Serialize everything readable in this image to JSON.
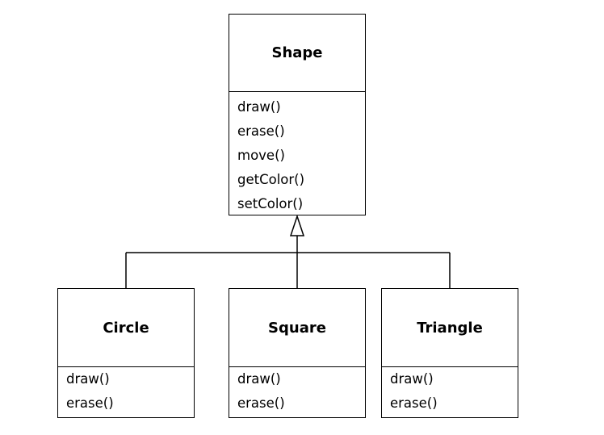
{
  "parent": {
    "name": "Shape",
    "methods": [
      "draw()",
      "erase()",
      "move()",
      "getColor()",
      "setColor()"
    ]
  },
  "children": [
    {
      "name": "Circle",
      "methods": [
        "draw()",
        "erase()"
      ]
    },
    {
      "name": "Square",
      "methods": [
        "draw()",
        "erase()"
      ]
    },
    {
      "name": "Triangle",
      "methods": [
        "draw()",
        "erase()"
      ]
    }
  ]
}
